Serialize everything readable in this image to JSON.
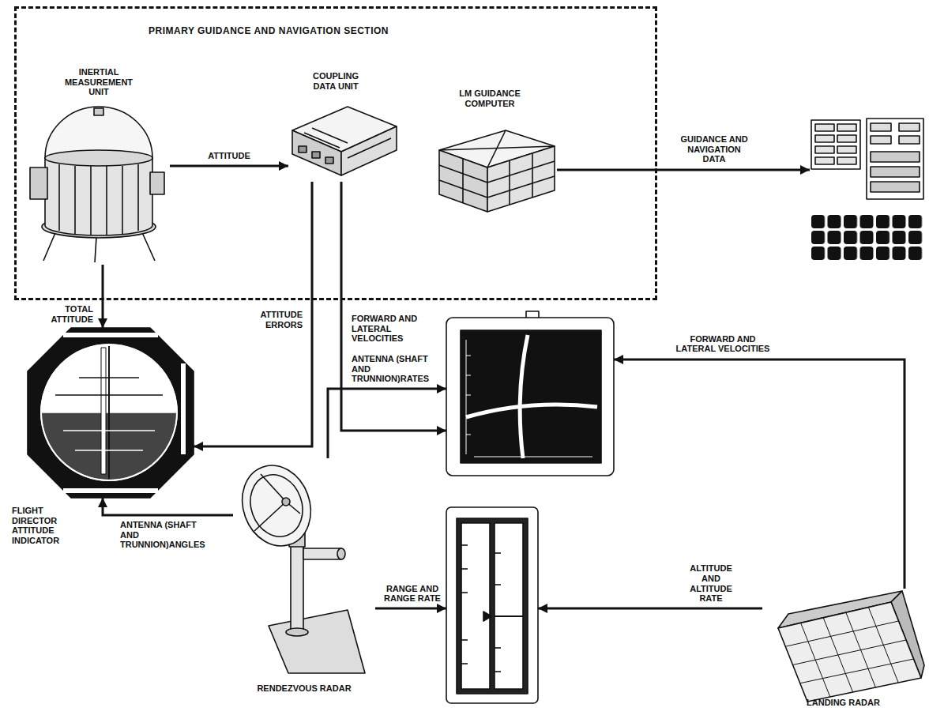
{
  "diagram": {
    "nodes": [
      {
        "text": [
          "PRIMARY GUIDANCE AND NAVIGATION SECTION"
        ]
      },
      {
        "text": [
          "INERTIAL MEASUREMENT UNIT"
        ],
        "in": 0
      },
      {
        "text": [
          "COUPLING DATA UNIT"
        ],
        "in": 0
      },
      {
        "text": [
          "LM GUIDANCE COMPUTER"
        ],
        "in": 0
      },
      {
        "text": []
      },
      {
        "text": [
          "FLIGHT DIRECTOR ATTITUDE INDICATOR"
        ]
      },
      {
        "text": []
      },
      {
        "text": []
      },
      {
        "text": [
          "RENDEZVOUS RADAR"
        ]
      },
      {
        "text": [
          "LANDING RADAR"
        ]
      }
    ],
    "edges": [
      {
        "from": 1,
        "to": 2,
        "label": "ATTITUDE",
        "arrow": "to"
      },
      {
        "from": 3,
        "to": 4,
        "label": "GUIDANCE AND NAVIGATION DATA",
        "arrow": "to"
      },
      {
        "from": 1,
        "to": 5,
        "label": "TOTAL ATTITUDE",
        "arrow": "to"
      },
      {
        "from": 2,
        "to": 5,
        "label": "ATTITUDE ERRORS",
        "arrow": "to"
      },
      {
        "from": 2,
        "to": 6,
        "label": "FORWARD AND LATERAL VELOCITIES",
        "arrow": "to"
      },
      {
        "from": 9,
        "to": 6,
        "label": "FORWARD AND LATERAL VELOCITIES",
        "arrow": "to"
      },
      {
        "from": 8,
        "to": 6,
        "label": "ANTENNA (SHAFT AND TRUNNION)RATES",
        "arrow": "to"
      },
      {
        "from": 8,
        "to": 5,
        "label": "ANTENNA (SHAFT AND TRUNNION)ANGLES",
        "arrow": "to"
      },
      {
        "from": 8,
        "to": 7,
        "label": "RANGE AND RANGE RATE",
        "arrow": "to"
      },
      {
        "from": 9,
        "to": 7,
        "label": "ALTITUDE AND ALTITUDE RATE",
        "arrow": "to"
      }
    ]
  }
}
